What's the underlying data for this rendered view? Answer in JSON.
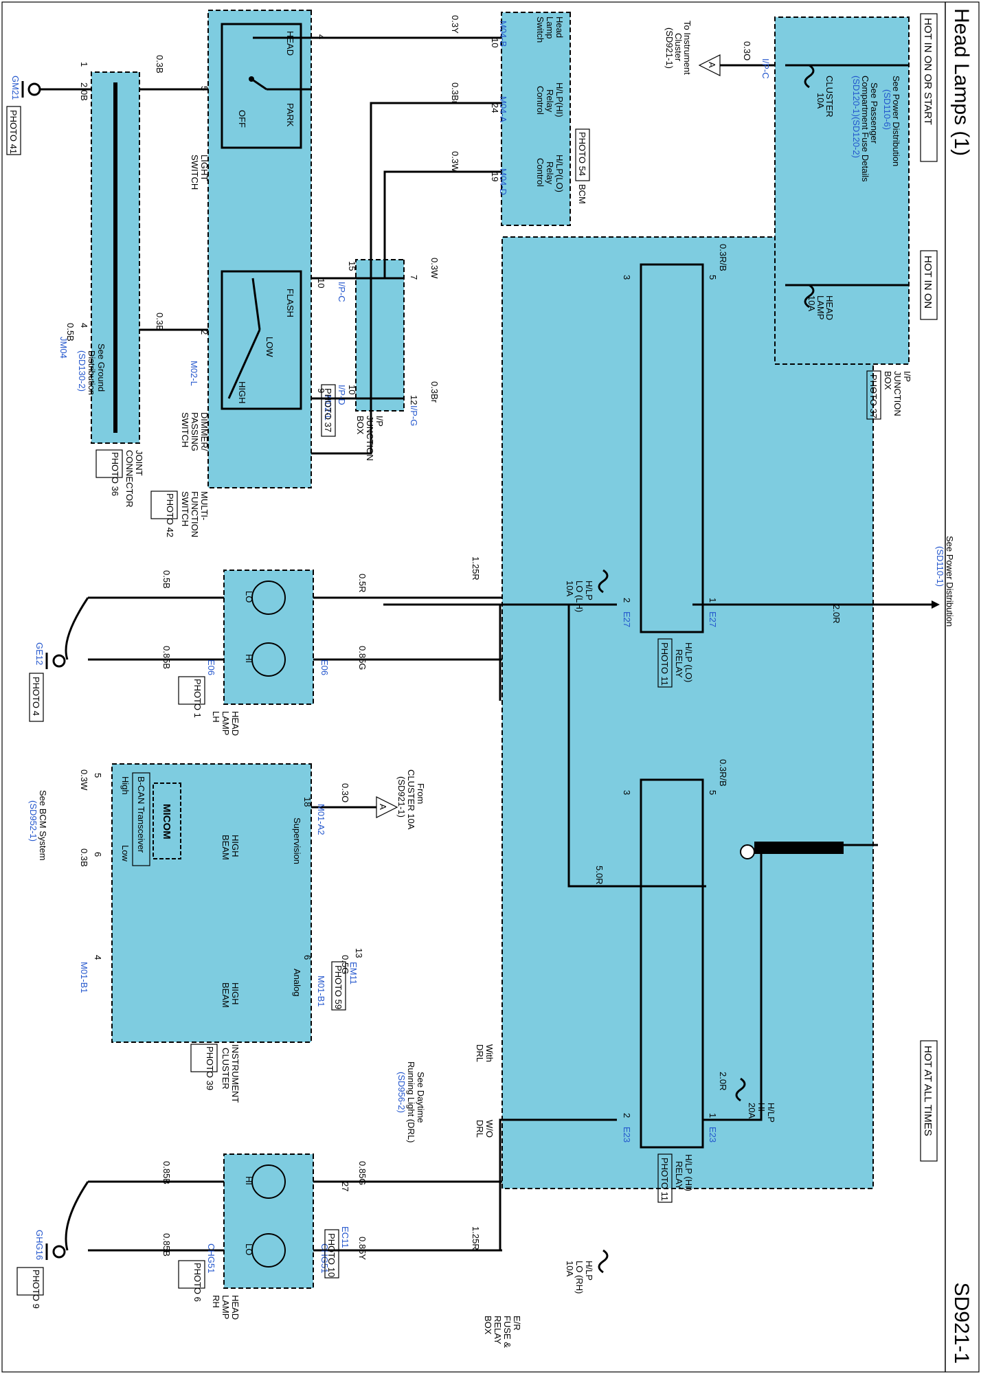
{
  "page": {
    "title": "Head Lamps (1)",
    "code": "SD921-1"
  },
  "hot_labels": {
    "on_or_start": "HOT IN ON OR START",
    "in_on": "HOT IN ON",
    "at_all_times": "HOT AT ALL TIMES"
  },
  "references": {
    "power_dist_1": [
      "See Power Distribution",
      "(SD110-6)"
    ],
    "passenger_fuse": [
      "See Passenger",
      "Compartment Fuse Details",
      "(SD120-1)(SD120-2)"
    ],
    "power_dist_2": [
      "See Power Distribution",
      "(SD110-1)"
    ],
    "to_cluster": [
      "To Instrument",
      "Cluster",
      "(SD921-1)"
    ],
    "from_cluster": [
      "From",
      "CLUSTER 10A",
      "(SD921-1)"
    ],
    "ground_dist": [
      "See Ground",
      "Distribution",
      "(SD130-2)"
    ],
    "bcm_system": [
      "See BCM System",
      "(SD952-1)"
    ],
    "drl": [
      "See Daytime",
      "Running Light (DRL)",
      "(SD956-2)"
    ]
  },
  "components": {
    "ip_junction_box": [
      "I/P",
      "JUNCTION",
      "BOX"
    ],
    "ip_junction_box_small": [
      "I/P",
      "JUNCTION",
      "BOX"
    ],
    "bcm": "BCM",
    "light_switch": [
      "LIGHT",
      "SWITCH"
    ],
    "dimmer_switch": [
      "DIMMER/",
      "PASSING",
      "SWITCH"
    ],
    "multi_function_switch": [
      "MULTI-",
      "FUNCTION",
      "SWITCH"
    ],
    "joint_connector": [
      "JOINT",
      "CONNECTOR"
    ],
    "head_lamp_lh": [
      "HEAD",
      "LAMP",
      "LH"
    ],
    "head_lamp_rh": [
      "HEAD",
      "LAMP",
      "RH"
    ],
    "instrument_cluster": [
      "INSTRUMENT",
      "CLUSTER"
    ],
    "er_fuse_box": [
      "E/R",
      "FUSE &",
      "RELAY",
      "BOX"
    ],
    "hlp_lo_relay": [
      "H/LP (LO)",
      "RELAY"
    ],
    "hlp_hi_relay": [
      "H/LP (HI)",
      "RELAY"
    ]
  },
  "fuses": {
    "cluster": [
      "CLUSTER",
      "10A"
    ],
    "head_lamp": [
      "HEAD",
      "LAMP",
      "10A"
    ],
    "hlp_lo_lh": [
      "H/LP",
      "LO (LH)",
      "10A"
    ],
    "hlp_lo_rh": [
      "H/LP",
      "LO (RH)",
      "10A"
    ],
    "hlp_hi": [
      "H/LP",
      "HI",
      "20A"
    ]
  },
  "bcm_pins": [
    {
      "pin": "10",
      "conn": "M04-B",
      "label": [
        "Head",
        "Lamp",
        "Switch"
      ]
    },
    {
      "pin": "24",
      "conn": "M04-A",
      "label": [
        "H/LP(HI)",
        "Relay",
        "Control"
      ]
    },
    {
      "pin": "19",
      "conn": "M04-D",
      "label": [
        "H/LP(LO)",
        "Relay",
        "Control"
      ]
    }
  ],
  "switch_positions": {
    "head": "HEAD",
    "park": "PARK",
    "off": "OFF",
    "flash": "FLASH",
    "low": "LOW",
    "high": "HIGH"
  },
  "lamp_labels": {
    "lo": "LO",
    "hi": "HI"
  },
  "cluster_internal": {
    "supervision": "Supervision",
    "analog": "Analog",
    "high_beam": [
      "HIGH",
      "BEAM"
    ],
    "micom": "MICOM",
    "bcan": "B-CAN Transceiver",
    "high": "High",
    "low": "Low"
  },
  "drl_options": {
    "with": [
      "With",
      "DRL"
    ],
    "wo": [
      "W/O",
      "DRL"
    ]
  },
  "photos": {
    "p54": "PHOTO 54",
    "p37a": "PHOTO 37",
    "p37b": "PHOTO 37",
    "p42": "PHOTO 42",
    "p36": "PHOTO 36",
    "p41": "PHOTO 41",
    "p4": "PHOTO 4",
    "p1": "PHOTO 1",
    "p11a": "PHOTO 11",
    "p11b": "PHOTO 11",
    "p39": "PHOTO 39",
    "p59": "PHOTO 59",
    "p10": "PHOTO 10",
    "p6": "PHOTO 6",
    "p9": "PHOTO 9"
  },
  "grounds": {
    "gm21": "GM21",
    "ge12": "GE12",
    "ghg16": "GHG16"
  },
  "connectors": {
    "ipc": "I/P-C",
    "ipg": "I/P-G",
    "ipd": "I/P-D",
    "m02l": "M02-L",
    "jm04": "JM04",
    "e27": "E27",
    "e06": "E06",
    "e23": "E23",
    "m01a2": "M01-A2",
    "m01b1": "M01-B1",
    "em11": "EM11",
    "ec11": "EC11",
    "chg51": "CHG51"
  },
  "wires": {
    "w03o": "0.3O",
    "w03y": "0.3Y",
    "w03br": "0.3Br",
    "w03w": "0.3W",
    "w03b": "0.3B",
    "w20b": "2.0B",
    "w05b": "0.5B",
    "w03rb": "0.3R/B",
    "w20r": "2.0R",
    "w125r": "1.25R",
    "w05r": "0.5R",
    "w085g": "0.85G",
    "w085b": "0.85B",
    "w50r": "5.0R",
    "w05g": "0.5G",
    "w085y": "0.85Y"
  },
  "pins": {
    "p1": "1",
    "p2": "2",
    "p3": "3",
    "p4": "4",
    "p5": "5",
    "p6": "6",
    "p7": "7",
    "p9": "9",
    "p10": "10",
    "p12": "12",
    "p13": "13",
    "p15": "15",
    "p18": "18",
    "p27": "27"
  },
  "offpage": "A"
}
